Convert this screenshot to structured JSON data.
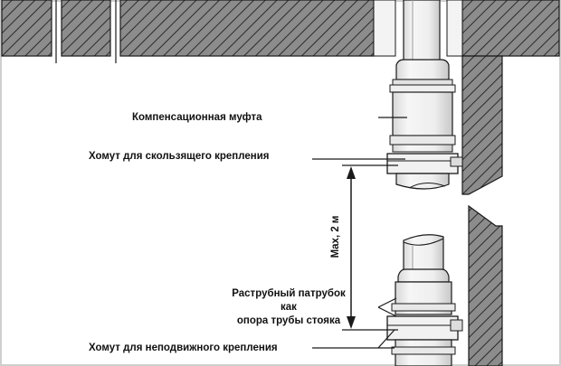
{
  "labels": {
    "compensator": "Компенсационная муфта",
    "sliding_clamp": "Хомут для скользящего крепления",
    "max_distance": "Max, 2 м",
    "socket_line1": "Раструбный патрубок",
    "socket_line2": "как",
    "socket_line3": "опора трубы стояка",
    "fixed_clamp": "Хомут для неподвижного крепления"
  },
  "colors": {
    "hatch_fill": "#8a8a8a",
    "hatch_line": "#2a2a2a",
    "outline": "#1a1a1a",
    "border": "#cfcfcf",
    "background": "#ffffff"
  }
}
